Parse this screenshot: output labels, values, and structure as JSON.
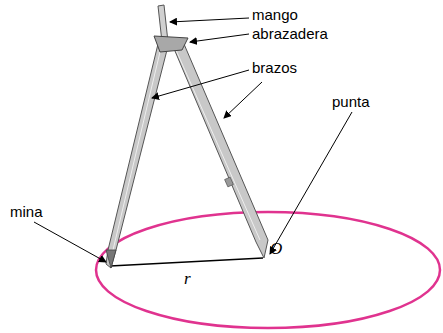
{
  "diagram": {
    "labels": [
      "mango",
      "abrazadera",
      "brazos",
      "punta",
      "mina",
      "r",
      "O"
    ]
  }
}
